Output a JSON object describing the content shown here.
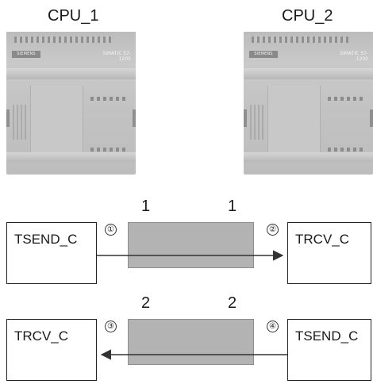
{
  "cpus": [
    {
      "title": "CPU_1",
      "badge": "SIEMENS",
      "model": "SIMATIC S7-1200"
    },
    {
      "title": "CPU_2",
      "badge": "SIEMENS",
      "model": "SIMATIC S7-1200"
    }
  ],
  "rows": [
    {
      "left_block": "TSEND_C",
      "right_block": "TRCV_C",
      "left_marker": "①",
      "right_marker": "②",
      "left_num": "1",
      "right_num": "1",
      "direction": "left-to-right"
    },
    {
      "left_block": "TRCV_C",
      "right_block": "TSEND_C",
      "left_marker": "③",
      "right_marker": "④",
      "left_num": "2",
      "right_num": "2",
      "direction": "right-to-left"
    }
  ],
  "colors": {
    "line": "#333333",
    "plc_body": "#c4c4c4",
    "data_block": "#b3b3b3"
  }
}
